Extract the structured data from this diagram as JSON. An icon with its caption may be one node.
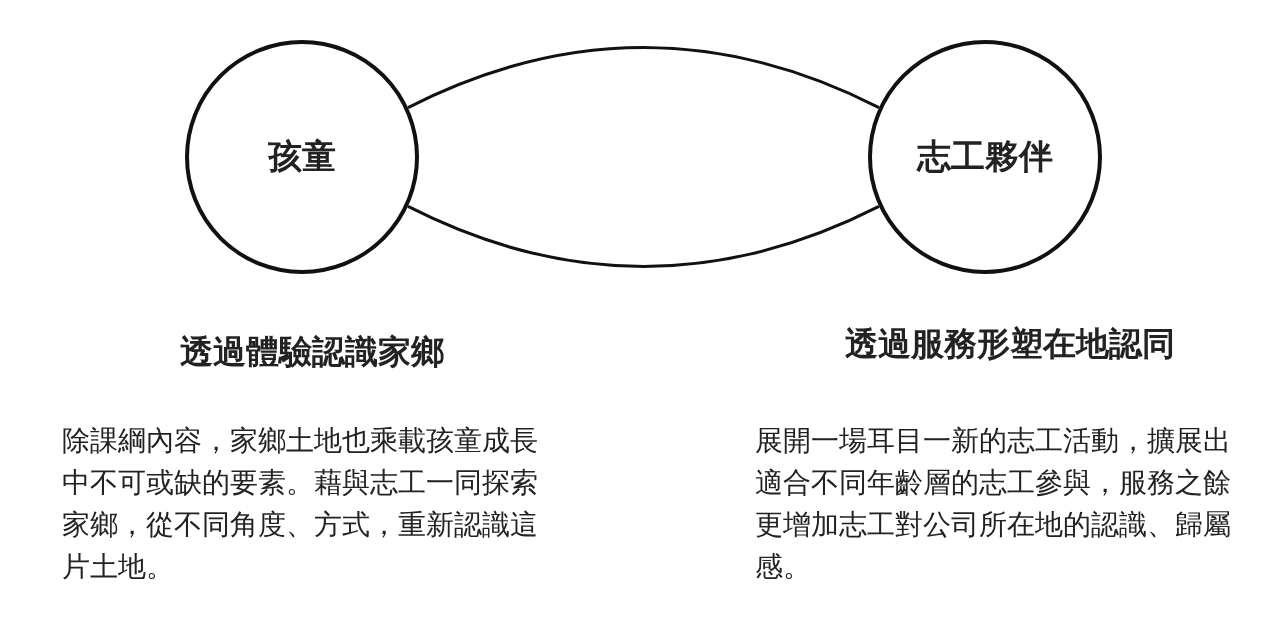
{
  "diagram": {
    "nodes": [
      {
        "text": [
          "孩童"
        ],
        "beside": [
          "透過體驗認識家鄉",
          "除課綱內容，家鄉土地也乘載孩童成長中不可或缺的要素。藉與志工一同探索家鄉，從不同角度、方式，重新認識這片土地。"
        ]
      },
      {
        "text": [
          "志工夥伴"
        ],
        "beside": [
          "透過服務形塑在地認同",
          "展開一場耳目一新的志工活動，擴展出適合不同年齡層的志工參與，服務之餘更增加志工對公司所在地的認識、歸屬感。"
        ]
      }
    ],
    "edges": [
      {
        "from": 0,
        "to": 1,
        "arrow": "none"
      },
      {
        "from": 0,
        "to": 1,
        "arrow": "none"
      }
    ]
  }
}
